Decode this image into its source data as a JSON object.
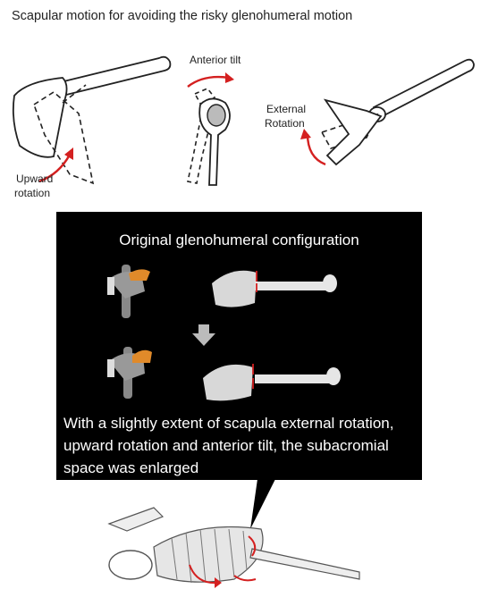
{
  "title": "Scapular motion for avoiding the risky glenohumeral motion",
  "labels": {
    "anterior_tilt": "Anterior tilt",
    "external_rotation_line1": "External",
    "external_rotation_line2": "Rotation",
    "upward_rotation_line1": "Upward",
    "upward_rotation_line2": "rotation"
  },
  "panel": {
    "title": "Original glenohumeral configuration",
    "caption": "With a slightly extent of scapula external rotation, upward rotation and anterior tilt, the subacromial space was enlarged"
  },
  "colors": {
    "arrow": "#d42020",
    "panel_bg": "#000000",
    "acromion": "#e08a2a",
    "bone": "#d8d8d8"
  }
}
